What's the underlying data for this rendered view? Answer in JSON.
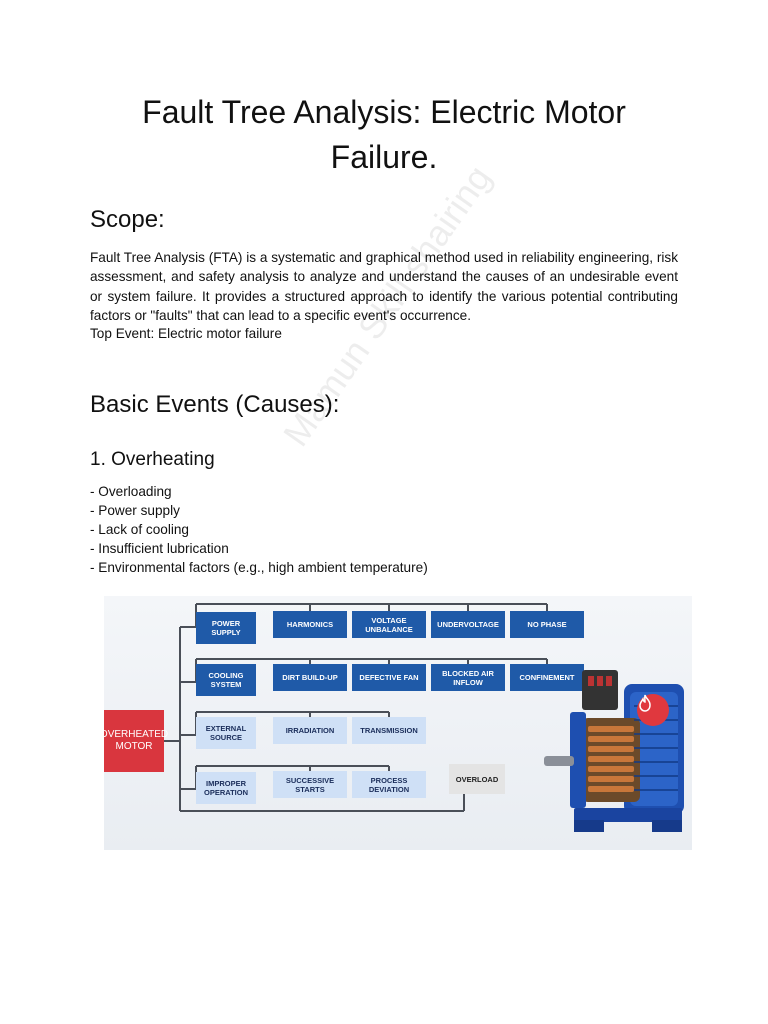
{
  "document": {
    "title": "Fault Tree Analysis: Electric Motor Failure.",
    "scope_heading": "Scope:",
    "scope_text": "Fault Tree Analysis (FTA) is a systematic and graphical method used in reliability engineering, risk assessment, and safety analysis to analyze and understand the causes of an undesirable event or system failure. It provides a structured approach to identify the various potential contributing factors or \"faults\" that can lead to a specific event's occurrence.",
    "top_event": "Top Event: Electric motor failure",
    "basic_events_heading": "Basic Events (Causes):",
    "overheating_heading": "1. Overheating",
    "causes": [
      "- Overloading",
      "- Power supply",
      "- Lack of cooling",
      "- Insufficient lubrication",
      "- Environmental factors (e.g., high ambient temperature)"
    ],
    "watermark": "Mamun Skill shairing"
  },
  "diagram": {
    "root": "OVERHEATED MOTOR",
    "branches": [
      {
        "label": "POWER SUPPLY",
        "style": "dark",
        "children": [
          "HARMONICS",
          "VOLTAGE UNBALANCE",
          "UNDERVOLTAGE",
          "NO PHASE"
        ]
      },
      {
        "label": "COOLING SYSTEM",
        "style": "dark",
        "children": [
          "DIRT BUILD-UP",
          "DEFECTIVE FAN",
          "BLOCKED AIR INFLOW",
          "CONFINEMENT"
        ]
      },
      {
        "label": "EXTERNAL SOURCE",
        "style": "light",
        "children": [
          "IRRADIATION",
          "TRANSMISSION"
        ]
      },
      {
        "label": "IMPROPER OPERATION",
        "style": "light",
        "children": [
          "SUCCESSIVE STARTS",
          "PROCESS DEVIATION",
          "OVERLOAD"
        ]
      }
    ],
    "colors": {
      "root": "#d9363e",
      "dark_node": "#1f5aa8",
      "light_node": "#cfe0f6",
      "motor_body": "#1e4fb0",
      "badge": "#e0383e"
    },
    "icons": [
      "flame-icon"
    ]
  }
}
